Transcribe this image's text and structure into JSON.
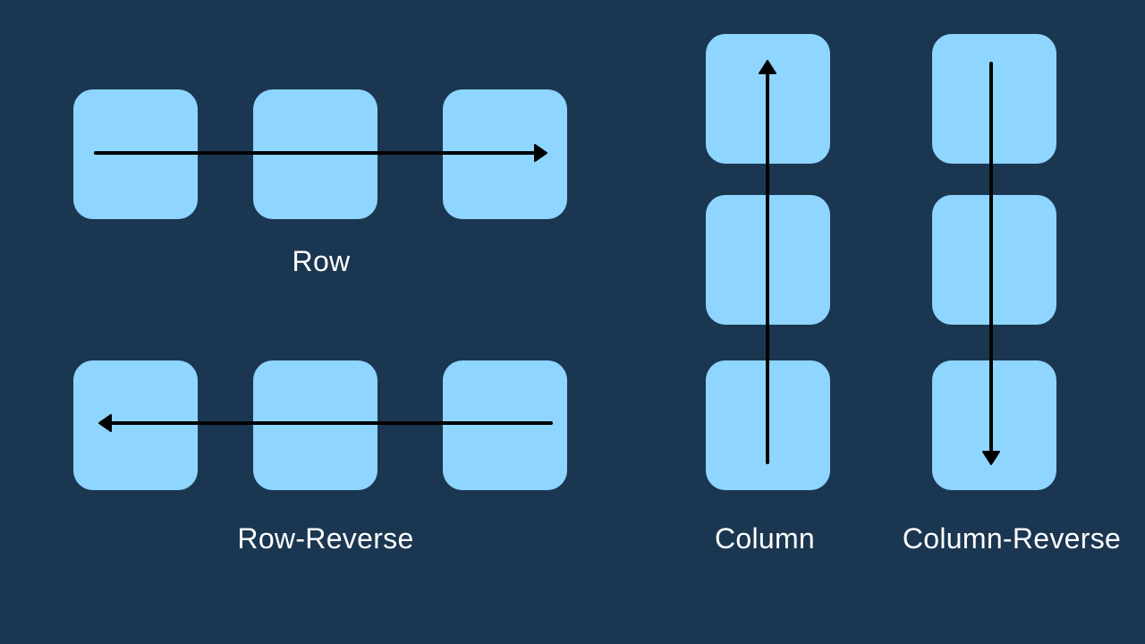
{
  "colors": {
    "background": "#1b3651",
    "box": "#8ed5ff",
    "arrow": "#000000",
    "label": "#ffffff"
  },
  "groups": [
    {
      "id": "row",
      "label": "Row",
      "direction": "left-to-right"
    },
    {
      "id": "row_reverse",
      "label": "Row-Reverse",
      "direction": "right-to-left"
    },
    {
      "id": "column",
      "label": "Column",
      "direction": "bottom-to-top"
    },
    {
      "id": "column_reverse",
      "label": "Column-Reverse",
      "direction": "top-to-bottom"
    }
  ]
}
